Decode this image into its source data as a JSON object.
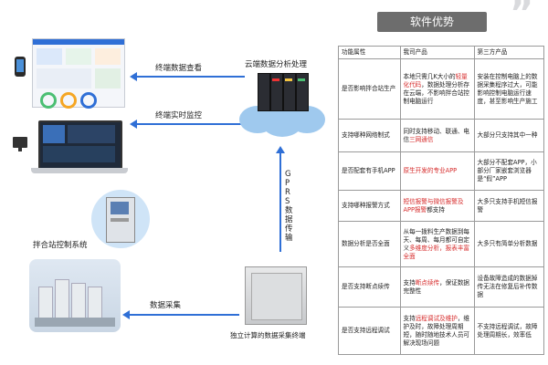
{
  "labels": {
    "terminal_view": "终端数据查看",
    "terminal_monitor": "终端实时监控",
    "cloud_analysis": "云端数据分析处理",
    "gprs": "GPRS数据传输",
    "mixing_system": "拌合站控制系统",
    "data_collection": "数据采集",
    "terminal_device": "独立计算的数据采集终端"
  },
  "table": {
    "title": "软件优势",
    "headers": [
      "功能属性",
      "我司产品",
      "第三方产品"
    ],
    "rows": [
      {
        "attr": "是否影响拌合站生产",
        "ours_pre": "本地只需几K大小的",
        "ours_red": "轻量化代码",
        "ours_post": "，数据处理分析存在云端，不影响拌合站控制电脑运行",
        "third": "安装在控制电脑上的数据采集程序过大，可能影响控制电脑运行速度，甚至影响生产施工"
      },
      {
        "attr": "支持哪种网络制式",
        "ours_pre": "同时支持移动、联通、电信",
        "ours_red": "三网通信",
        "ours_post": "",
        "third": "大部分只支持其中一种"
      },
      {
        "attr": "是否配套有手机APP",
        "ours_pre": "",
        "ours_red": "原生开发的专业APP",
        "ours_post": "",
        "third": "大部分不配套APP，小部分厂家嵌套浏览器是“假”APP"
      },
      {
        "attr": "支持哪种报警方式",
        "ours_pre": "",
        "ours_red": "短信报警与微信报警及APP报警",
        "ours_post": "都支持",
        "third": "大多只支持手机短信报警"
      },
      {
        "attr": "数据分析是否全面",
        "ours_pre": "从每一拨料生产数据到每天、每周、每月都可自定义",
        "ours_red": "多维度分析，报表丰富全面",
        "ours_post": "",
        "third": "大多只有简单分析数据"
      },
      {
        "attr": "是否支持断点续传",
        "ours_pre": "支持",
        "ours_red": "断点续传",
        "ours_post": "，保证数据完整性",
        "third": "设备故障造成的数据掉传无法在修复后补传数据"
      },
      {
        "attr": "是否支持远程调试",
        "ours_pre": "支持",
        "ours_red": "远程调试及维护",
        "ours_post": "，维护及时，故障处理周期短，随时随地技术人员可解决现场问题",
        "third": "不支持远程调试，故障处理周期长，效率低"
      }
    ]
  }
}
